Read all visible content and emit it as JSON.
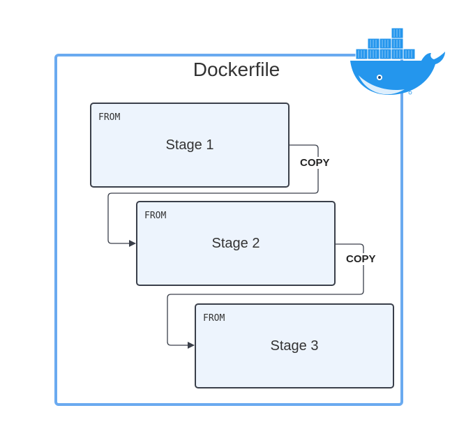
{
  "diagram": {
    "title": "Dockerfile",
    "stages": [
      {
        "keyword": "FROM",
        "name": "Stage 1"
      },
      {
        "keyword": "FROM",
        "name": "Stage 2"
      },
      {
        "keyword": "FROM",
        "name": "Stage 3"
      }
    ],
    "copy_labels": [
      "COPY",
      "COPY"
    ]
  },
  "colors": {
    "container_border": "#6aaaf0",
    "stage_fill": "#edf4fd",
    "stage_border": "#3a3f4a",
    "docker_blue": "#2496ed"
  },
  "icons": {
    "logo": "docker-whale-icon"
  }
}
